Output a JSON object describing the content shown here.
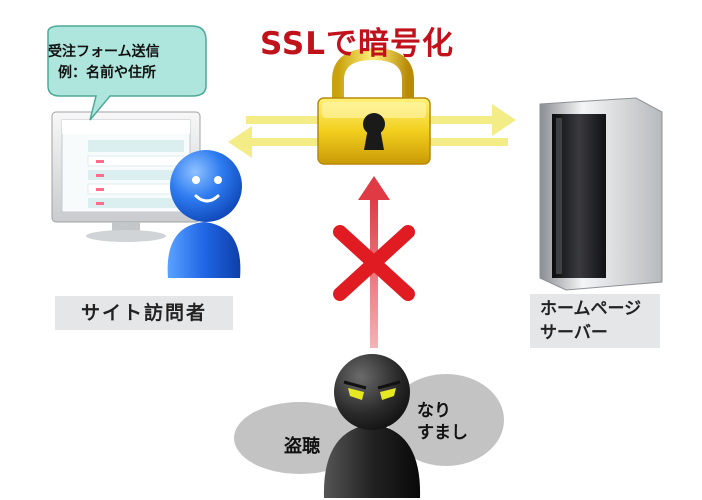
{
  "title": "SSLで暗号化",
  "bubble": {
    "line1": "受注フォーム送信",
    "line2": "例：名前や住所"
  },
  "visitor_label": "サイト訪問者",
  "server_label": {
    "line1": "ホームページ",
    "line2": "サーバー"
  },
  "attacker": {
    "wiretap": "盗聴",
    "spoof_line1": "なり",
    "spoof_line2": "すまし"
  },
  "colors": {
    "title_red": "#c1121c",
    "encrypted_arrow": "#f4ec86",
    "blocked_arrow": "#e8747a",
    "cross": "#e11b22",
    "lock_gold": "#f2cf1e",
    "user_blue": "#1f68e8",
    "bubble_teal": "#aee6de"
  }
}
